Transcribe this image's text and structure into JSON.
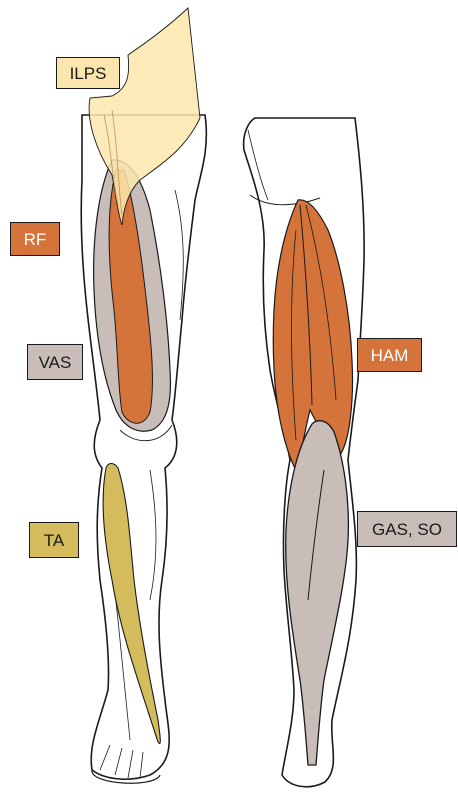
{
  "diagram": {
    "labels": {
      "ilps": "ILPS",
      "rf": "RF",
      "vas": "VAS",
      "ta": "TA",
      "ham": "HAM",
      "gas_so": "GAS, SO"
    },
    "colors": {
      "ilps": "#fbe7ad",
      "rf": "#d4733a",
      "vas": "#c8bdb8",
      "ta": "#d4bc5c",
      "ham": "#d4733a",
      "gas_so": "#c8bdb8",
      "outline": "#1a1a1a",
      "skin": "#ffffff"
    }
  }
}
